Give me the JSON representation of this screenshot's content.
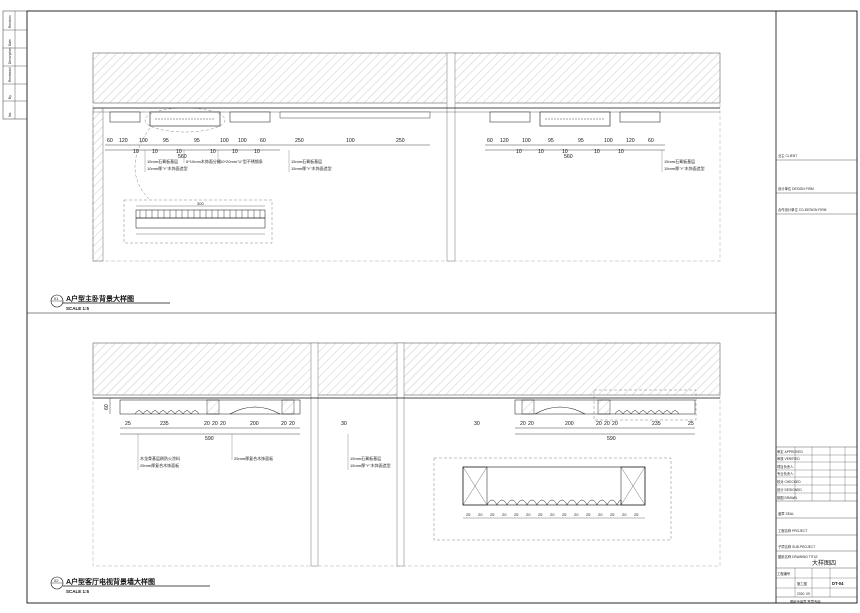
{
  "drawing1": {
    "number": "01",
    "title": "A户型主卧背景大样图",
    "scale": "SCALE 1:5",
    "dims_left": [
      "60",
      "120",
      "10",
      "100",
      "10",
      "95",
      "10",
      "95",
      "10",
      "100",
      "10",
      "100",
      "10",
      "60"
    ],
    "dims_mid": [
      "250",
      "100",
      "250"
    ],
    "dims_right": [
      "60",
      "120",
      "10",
      "100",
      "10",
      "95",
      "10",
      "95",
      "10",
      "100",
      "10",
      "120",
      "60"
    ],
    "total_left": "560",
    "total_right": "560",
    "notes_left": [
      "15mm石膏板基层",
      "10mm厚\"Y\"木饰面造型",
      "5*10mm木饰面分缝",
      "10*20mm\"U\"型不锈钢条"
    ],
    "notes_mid": [
      "15mm石膏板基层",
      "15mm厚\"Y\"木饰面造型"
    ],
    "notes_right": [
      "15mm石膏板基层",
      "15mm厚\"Y\"木饰面造型"
    ],
    "detail_width": "300"
  },
  "drawing2": {
    "number": "02",
    "title": "A户型客厅电视背景墙大样图",
    "scale": "SCALE 1:5",
    "dim_side": "60",
    "dims_left": [
      "25",
      "235",
      "20",
      "20",
      "20",
      "200",
      "20",
      "20"
    ],
    "dims_right": [
      "20",
      "20",
      "200",
      "20",
      "20",
      "20",
      "235",
      "25"
    ],
    "dims_center": [
      "30",
      "30"
    ],
    "total_left": "590",
    "total_right": "590",
    "notes_left": [
      "木龙骨基层刷防火涂料",
      "25mm厚复合木饰面板"
    ],
    "notes_mid": [
      "25mm厚复合木饰面板"
    ],
    "notes_center": [
      "15mm石膏板基层",
      "15mm厚\"Y\"木饰面造型"
    ],
    "detail_dims": [
      "25",
      "20",
      "25",
      "20",
      "25",
      "20",
      "25",
      "20",
      "25",
      "20",
      "25",
      "20",
      "25",
      "20",
      "25"
    ]
  },
  "left_strip": {
    "cells": [
      "Revision",
      "Date",
      "Description",
      "Reviewed",
      "By",
      "No."
    ]
  },
  "title_block": {
    "client": "业主 CLIENT",
    "design_firm": "设计单位 DESIGN FIRM",
    "consultant": "合作设计单位 CO-DESIGN FIRM",
    "seal": "盖章 SEAL",
    "project": "工程名称 PROJECT",
    "sub_project": "子项名称 SUB-PROJECT",
    "drawing_name_label": "图纸名称 DRAWING TITLE",
    "drawing_name": "大样图四",
    "info_rows": [
      "审定 APPROVED",
      "审核 VERIFIED",
      "项目负责人",
      "专业负责人",
      "校对 CHECKED",
      "设计 DESIGNED",
      "制图 DRAWN"
    ],
    "job_no_label": "工程编号",
    "stage_label": "施工图",
    "sheet_no": "DT-04",
    "date_label": "2020. 09",
    "footer": "图纸专用章  签章专用"
  }
}
